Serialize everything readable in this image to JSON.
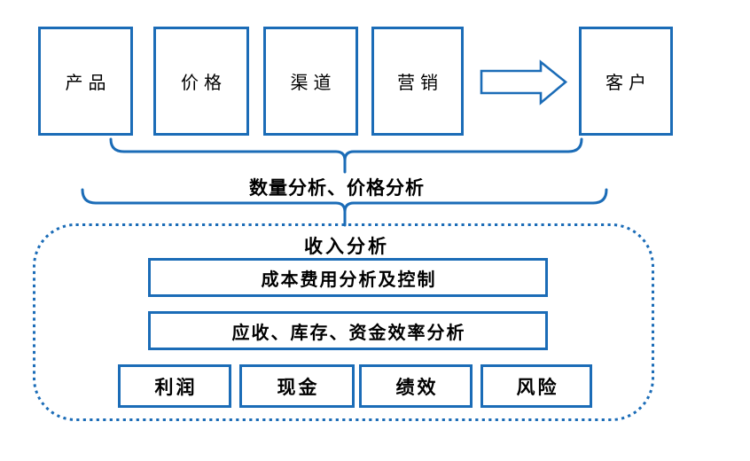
{
  "colors": {
    "accent": "#1B6CB7",
    "text": "#000000",
    "arrow_fill": "#FFFFFF",
    "background": "#FFFFFF"
  },
  "flow": {
    "boxes": [
      {
        "label": "产品"
      },
      {
        "label": "价格"
      },
      {
        "label": "渠道"
      },
      {
        "label": "营销"
      },
      {
        "label": "客户"
      }
    ],
    "arrow_icon": "right-block-arrow"
  },
  "annotation": {
    "label": "数量分析、价格分析"
  },
  "panel": {
    "title": "收入分析",
    "bars": [
      {
        "label": "成本费用分析及控制"
      },
      {
        "label": "应收、库存、资金效率分析"
      }
    ],
    "results": [
      {
        "label": "利润"
      },
      {
        "label": "现金"
      },
      {
        "label": "绩效"
      },
      {
        "label": "风险"
      }
    ]
  }
}
